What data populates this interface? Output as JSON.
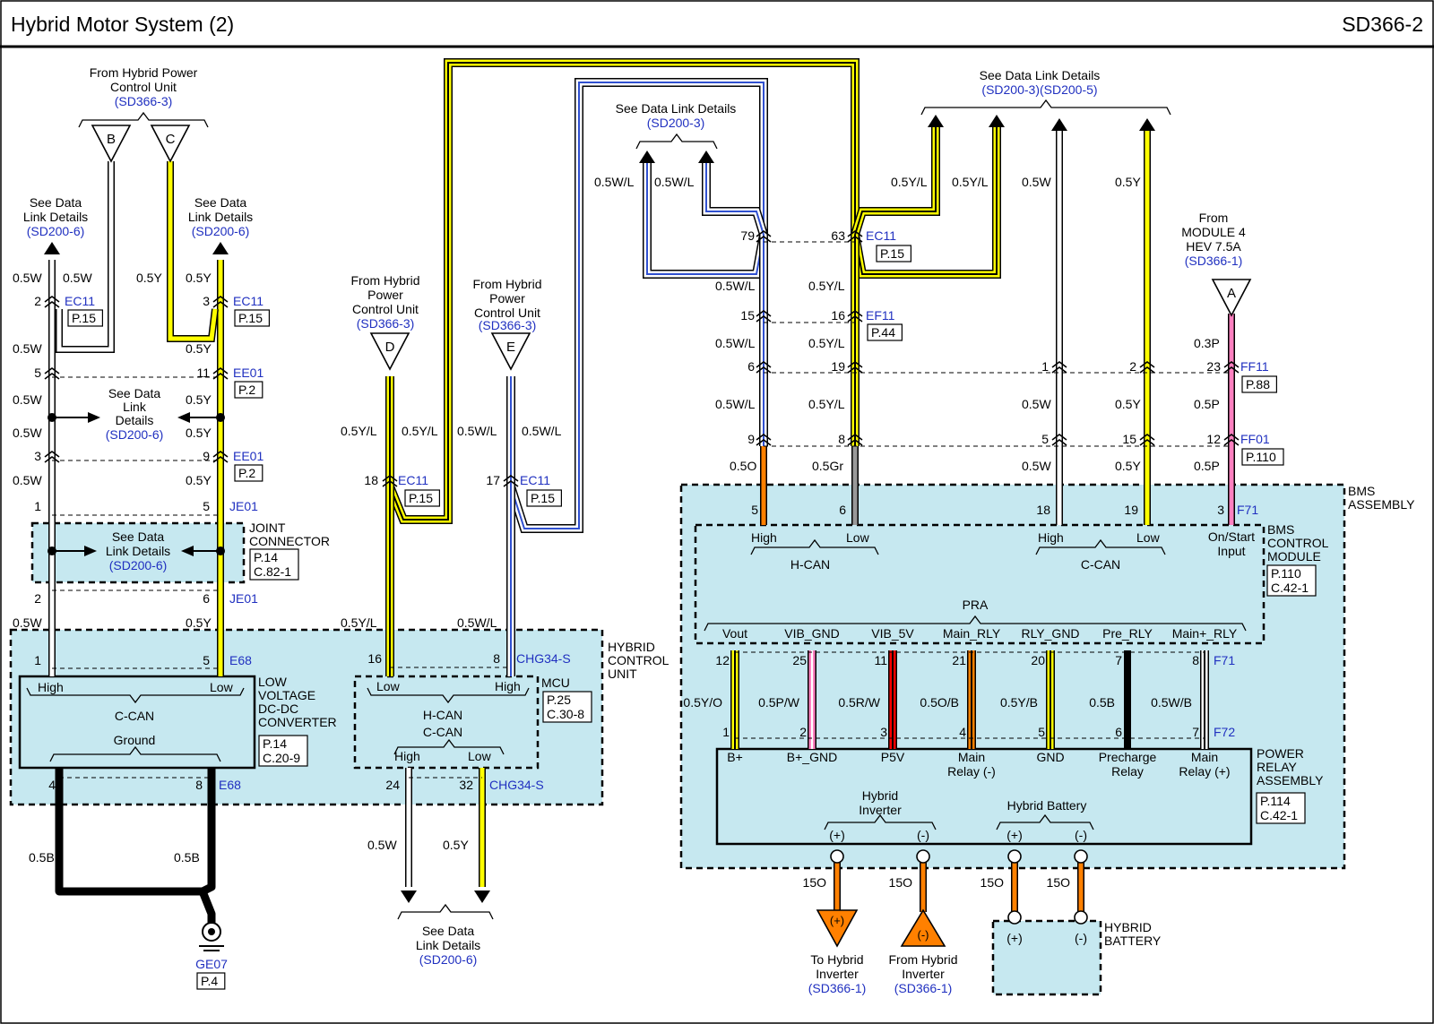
{
  "header": {
    "title": "Hybrid Motor System (2)",
    "code": "SD366-2"
  },
  "labels": {
    "from_hpcu": [
      "From Hybrid Power",
      "Control Unit"
    ],
    "sd366_3": "(SD366-3)",
    "sd366_1": "(SD366-1)",
    "sd200_6": "(SD200-6)",
    "sd200_3": "(SD200-3)",
    "sd200_35": "(SD200-3)(SD200-5)",
    "see_dl": "See Data Link Details",
    "see_dl_a": "See Data",
    "see_dl_b": "Link Details",
    "see_link": [
      "See Data",
      "Link",
      "Details"
    ],
    "from_hpcu3": [
      "From Hybrid",
      "Power",
      "Control Unit"
    ],
    "from_module4": [
      "From",
      "MODULE 4",
      "HEV 7.5A"
    ],
    "terminals": [
      "B",
      "C",
      "D",
      "E",
      "A"
    ],
    "wires": {
      "w05W": "0.5W",
      "w05Y": "0.5Y",
      "w05YL": "0.5Y/L",
      "w05WL": "0.5W/L",
      "w03P": "0.3P",
      "w05P": "0.5P",
      "w05O": "0.5O",
      "w05Gr": "0.5Gr",
      "w05B": "0.5B",
      "w05YO": "0.5Y/O",
      "w05PW": "0.5P/W",
      "w05RW": "0.5R/W",
      "w05OB": "0.5O/B",
      "w05YB": "0.5Y/B",
      "w05WB": "0.5W/B",
      "w15O": "15O"
    },
    "connectors": {
      "EC11": "EC11",
      "EE01": "EE01",
      "JE01": "JE01",
      "E68": "E68",
      "EF11": "EF11",
      "FF11": "FF11",
      "FF01": "FF01",
      "F71": "F71",
      "F72": "F72",
      "CHG34S": "CHG34-S",
      "GE07": "GE07"
    },
    "pages": {
      "p15": "P.15",
      "p2": "P.2",
      "p44": "P.44",
      "p88": "P.88",
      "p110": "P.110",
      "p4": "P.4"
    },
    "pins": [
      "2",
      "3",
      "5",
      "11",
      "3",
      "9",
      "1",
      "5",
      "2",
      "6",
      "1",
      "5",
      "4",
      "8",
      "18",
      "17",
      "16",
      "8",
      "24",
      "32",
      "79",
      "63",
      "15",
      "16",
      "6",
      "19",
      "1",
      "2",
      "23",
      "9",
      "8",
      "5",
      "15",
      "12",
      "5",
      "6",
      "18",
      "19",
      "3",
      "12",
      "25",
      "11",
      "21",
      "20",
      "7",
      "8",
      "1",
      "2",
      "3",
      "4",
      "5",
      "6",
      "7"
    ],
    "joint_connector": [
      "JOINT",
      "CONNECTOR"
    ],
    "joint_ref": [
      "P.14",
      "C.82-1"
    ],
    "ldc": [
      "LOW",
      "VOLTAGE",
      "DC-DC",
      "CONVERTER"
    ],
    "ldc_ref": [
      "P.14",
      "C.20-9"
    ],
    "hcu": [
      "HYBRID",
      "CONTROL",
      "UNIT"
    ],
    "mcu": "MCU",
    "mcu_ref": [
      "P.25",
      "C.30-8"
    ],
    "high": "High",
    "low": "Low",
    "ccan": "C-CAN",
    "hcan": "H-CAN",
    "ground": "Ground",
    "bms_assembly": [
      "BMS",
      "ASSEMBLY"
    ],
    "bms_module": [
      "BMS",
      "CONTROL",
      "MODULE"
    ],
    "bms_ref": [
      "P.110",
      "C.42-1"
    ],
    "onstart": [
      "On/Start",
      "Input"
    ],
    "pra": "PRA",
    "pra_pins": [
      "Vout",
      "VIB_GND",
      "VIB_5V",
      "Main_RLY",
      "RLY_GND",
      "Pre_RLY",
      "Main+_RLY"
    ],
    "pra_bottom": [
      "B+",
      "B+_GND",
      "P5V",
      "Main",
      "Relay (-)",
      "GND",
      "Precharge",
      "Relay",
      "Main",
      "Relay (+)"
    ],
    "power_relay": [
      "POWER",
      "RELAY",
      "ASSEMBLY"
    ],
    "pr_ref": [
      "P.114",
      "C.42-1"
    ],
    "hybrid_inverter": [
      "Hybrid",
      "Inverter"
    ],
    "hybrid_battery": "Hybrid Battery",
    "plus": "(+)",
    "minus": "(-)",
    "to_inverter": [
      "To Hybrid",
      "Inverter"
    ],
    "from_inverter": [
      "From Hybrid",
      "Inverter"
    ],
    "hyb_batt": [
      "HYBRID",
      "BATTERY"
    ]
  },
  "colors": {
    "yellow": "#ffff00",
    "orange": "#ff8000",
    "pink": "#ff80c0",
    "blue": "#3050d0",
    "red": "#ff0000",
    "gray": "#999999",
    "panel": "#c6e8f0",
    "ref_blue": "#2030c0"
  }
}
